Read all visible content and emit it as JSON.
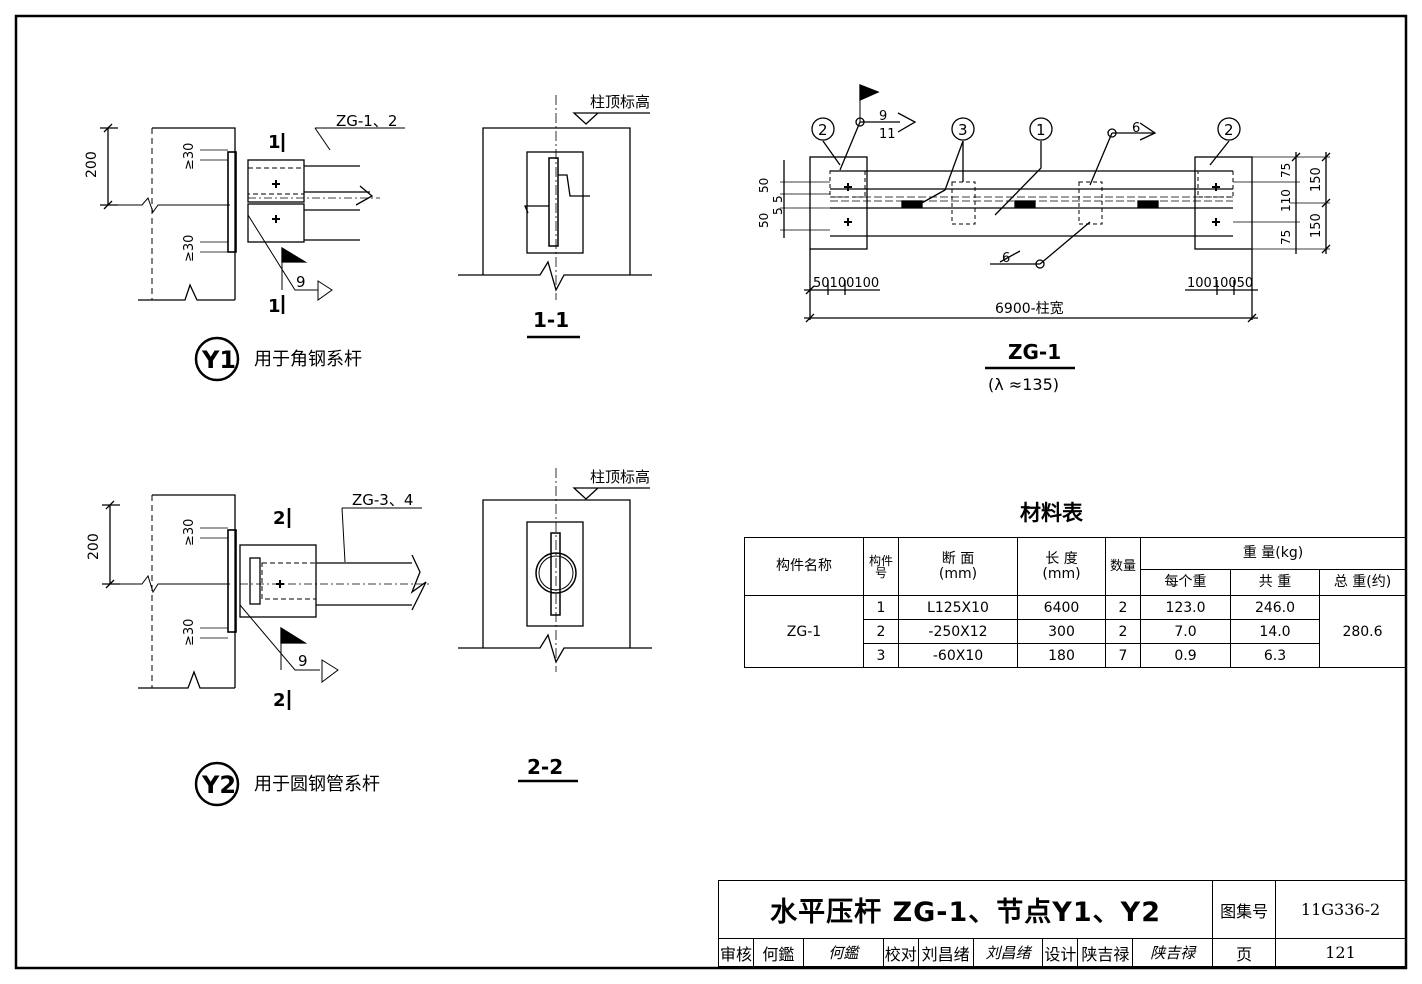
{
  "node_y1": {
    "label_zg": "ZG-1、2",
    "dim_200": "200",
    "dim_gap_top": "≥30",
    "dim_gap_bottom": "≥30",
    "weld_size": "9",
    "section_mark": "1",
    "circle_id": "Y1",
    "caption": "用于角钢系杆"
  },
  "section_1_1": {
    "elevation_label": "柱顶标高",
    "title": "1-1"
  },
  "node_y2": {
    "label_zg": "ZG-3、4",
    "dim_200": "200",
    "dim_gap_top": "≥30",
    "dim_gap_bottom": "≥30",
    "weld_size": "9",
    "section_mark": "2",
    "circle_id": "Y2",
    "caption": "用于圆钢管系杆"
  },
  "section_2_2": {
    "elevation_label": "柱顶标高",
    "title": "2-2"
  },
  "zg1": {
    "part_2": "2",
    "part_3": "3",
    "part_1": "1",
    "weld_top_num": "9",
    "weld_top_den": "11",
    "weld_6_top": "6",
    "weld_6_bottom": "6",
    "dim_left_50a": "50",
    "dim_left_5a": "5",
    "dim_left_5b": "5",
    "dim_left_50b": "50",
    "dim_right_75a": "75",
    "dim_right_110": "110",
    "dim_right_75b": "75",
    "dim_right_150a": "150",
    "dim_right_150b": "150",
    "dim_bottom_left": "50100100",
    "dim_bottom_right": "10010050",
    "dim_overall": "6900-柱宽",
    "title": "ZG-1",
    "subtitle": "(λ ≈135)"
  },
  "material_table": {
    "title": "材料表",
    "headers": {
      "name": "构件名称",
      "part_no": "构件号",
      "section": "断 面",
      "section_unit": "(mm)",
      "length": "长 度",
      "length_unit": "(mm)",
      "qty": "数量",
      "weight": "重 量(kg)",
      "each": "每个重",
      "total": "共 重",
      "grand": "总 重(约)"
    },
    "member": "ZG-1",
    "grand_total": "280.6",
    "rows": [
      {
        "no": "1",
        "section": "L125X10",
        "length": "6400",
        "qty": "2",
        "each": "123.0",
        "total": "246.0"
      },
      {
        "no": "2",
        "section": "-250X12",
        "length": "300",
        "qty": "2",
        "each": "7.0",
        "total": "14.0"
      },
      {
        "no": "3",
        "section": "-60X10",
        "length": "180",
        "qty": "7",
        "each": "0.9",
        "total": "6.3"
      }
    ]
  },
  "title_block": {
    "title": "水平压杆 ZG-1、节点Y1、Y2",
    "atlas_label": "图集号",
    "atlas_no": "11G336-2",
    "review_label": "审核",
    "reviewer": "何鑑",
    "reviewer_sig": "何鑑",
    "check_label": "校对",
    "checker": "刘昌绪",
    "checker_sig": "刘昌绪",
    "design_label": "设计",
    "designer": "陕吉禄",
    "designer_sig": "陕吉禄",
    "page_label": "页",
    "page_no": "121"
  },
  "colors": {
    "ink": "#000000",
    "paper": "#ffffff"
  }
}
